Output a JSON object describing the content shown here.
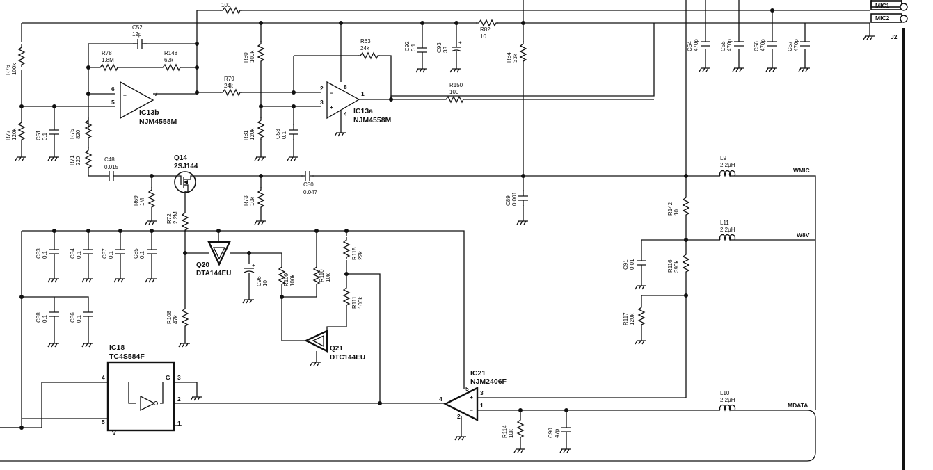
{
  "ics": {
    "ic13b": {
      "ref": "IC13b",
      "part": "NJM4558M",
      "pins": {
        "inv": "6",
        "noninv": "5",
        "out": "7"
      }
    },
    "ic13a": {
      "ref": "IC13a",
      "part": "NJM4558M",
      "pins": {
        "inv": "2",
        "noninv": "3",
        "out": "1",
        "vcc": "8",
        "gnd": "4"
      }
    },
    "ic18": {
      "ref": "IC18",
      "part": "TC4S584F",
      "pins": {
        "p4": "4",
        "p5": "5",
        "p3": "3",
        "p2": "2",
        "p1": "1",
        "g": "G",
        "v": "V"
      }
    },
    "ic21": {
      "ref": "IC21",
      "part": "NJM2406F",
      "pins": {
        "p5": "5",
        "p4": "4",
        "p3": "3",
        "p2": "2",
        "p1": "1"
      }
    }
  },
  "transistors": {
    "q14": {
      "ref": "Q14",
      "part": "2SJ144"
    },
    "q20": {
      "ref": "Q20",
      "part": "DTA144EU"
    },
    "q21": {
      "ref": "Q21",
      "part": "DTC144EU"
    }
  },
  "resistors": {
    "r100": {
      "ref": "",
      "value": "100"
    },
    "r76": {
      "ref": "R76",
      "value": "100k"
    },
    "r77": {
      "ref": "R77",
      "value": "120k"
    },
    "r78": {
      "ref": "R78",
      "value": "1.8M"
    },
    "r148": {
      "ref": "R148",
      "value": "62k"
    },
    "r75": {
      "ref": "R75",
      "value": "820"
    },
    "r71": {
      "ref": "R71",
      "value": "220"
    },
    "r79": {
      "ref": "R79",
      "value": "24k"
    },
    "r80": {
      "ref": "R80",
      "value": "100k"
    },
    "r81": {
      "ref": "R81",
      "value": "120k"
    },
    "r63": {
      "ref": "R63",
      "value": "24k"
    },
    "r82": {
      "ref": "R82",
      "value": "10"
    },
    "r84": {
      "ref": "R84",
      "value": "33k"
    },
    "r150": {
      "ref": "R150",
      "value": "100"
    },
    "r69": {
      "ref": "R69",
      "value": "1M"
    },
    "r72": {
      "ref": "R72",
      "value": "2.2M"
    },
    "r73": {
      "ref": "R73",
      "value": "10k"
    },
    "r108": {
      "ref": "R108",
      "value": "47k"
    },
    "r109": {
      "ref": "R109",
      "value": "100k"
    },
    "r110": {
      "ref": "R110",
      "value": "10k"
    },
    "r115": {
      "ref": "R115",
      "value": "22k"
    },
    "r111": {
      "ref": "R111",
      "value": "100k"
    },
    "r142": {
      "ref": "R142",
      "value": "10"
    },
    "r116": {
      "ref": "R116",
      "value": "390k"
    },
    "r117": {
      "ref": "R117",
      "value": "120k"
    },
    "r114": {
      "ref": "R114",
      "value": "10k"
    }
  },
  "capacitors": {
    "c52": {
      "ref": "C52",
      "value": "12p"
    },
    "c51": {
      "ref": "C51",
      "value": "0.1"
    },
    "c48": {
      "ref": "C48",
      "value": "0.015"
    },
    "c53": {
      "ref": "C53",
      "value": "0.1"
    },
    "c92": {
      "ref": "C92",
      "value": "0.1"
    },
    "c93": {
      "ref": "C93",
      "value": "33"
    },
    "c50": {
      "ref": "C50",
      "value": "0.047"
    },
    "c89": {
      "ref": "C89",
      "value": "0.001"
    },
    "c54": {
      "ref": "C54",
      "value": "470p"
    },
    "c55": {
      "ref": "C55",
      "value": "470p"
    },
    "c56": {
      "ref": "C56",
      "value": "470p"
    },
    "c57": {
      "ref": "C57",
      "value": "470p"
    },
    "c83": {
      "ref": "C83",
      "value": "0.1"
    },
    "c84": {
      "ref": "C84",
      "value": "0.1"
    },
    "c87": {
      "ref": "C87",
      "value": "0.1"
    },
    "c85": {
      "ref": "C85",
      "value": "0.1"
    },
    "c96": {
      "ref": "C96",
      "value": "10"
    },
    "c88": {
      "ref": "C88",
      "value": "0.1"
    },
    "c86": {
      "ref": "C86",
      "value": "0.1"
    },
    "c91": {
      "ref": "C91",
      "value": "0.01"
    },
    "c90": {
      "ref": "C90",
      "value": "47p"
    }
  },
  "inductors": {
    "l9": {
      "ref": "L9",
      "value": "2.2μH"
    },
    "l11": {
      "ref": "L11",
      "value": "2.2μH"
    },
    "l10": {
      "ref": "L10",
      "value": "2.2μH"
    }
  },
  "nets": {
    "wmic": "WMIC",
    "w8v": "W8V",
    "mdata": "MDATA"
  },
  "connector": {
    "ref": "J2",
    "pins": {
      "mic1": "MIC1",
      "mic2": "MIC2"
    }
  }
}
